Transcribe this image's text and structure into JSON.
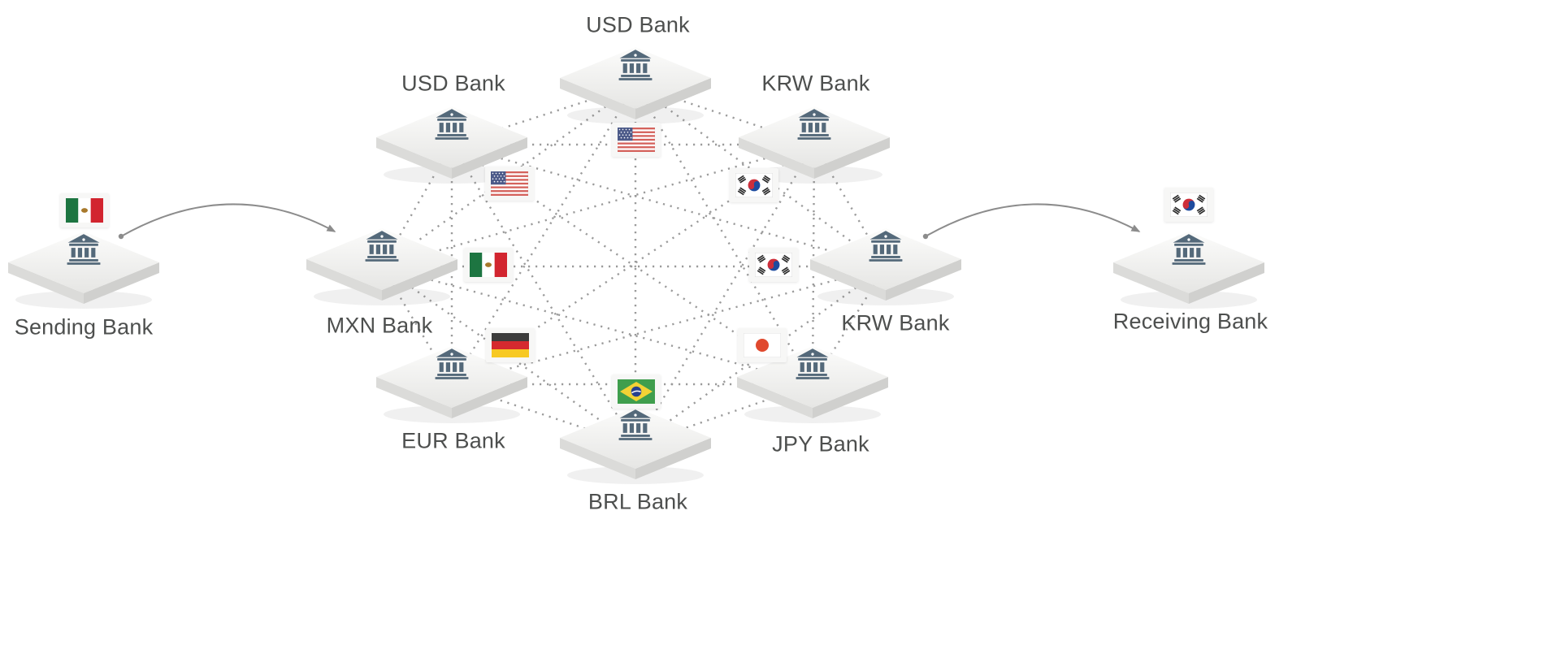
{
  "nodes": {
    "sending": {
      "label": "Sending Bank",
      "flag": "mexico"
    },
    "mxn": {
      "label": "MXN Bank",
      "flag": "mexico"
    },
    "usd_left": {
      "label": "USD Bank",
      "flag": "usa"
    },
    "usd_top": {
      "label": "USD Bank",
      "flag": "usa"
    },
    "krw_top": {
      "label": "KRW Bank",
      "flag": "south-korea"
    },
    "krw_right": {
      "label": "KRW Bank",
      "flag": "south-korea"
    },
    "eur": {
      "label": "EUR Bank",
      "flag": "germany"
    },
    "jpy": {
      "label": "JPY Bank",
      "flag": "japan"
    },
    "brl": {
      "label": "BRL Bank",
      "flag": "brazil"
    },
    "receiving": {
      "label": "Receiving Bank",
      "flag": "south-korea"
    }
  },
  "flag_icons": [
    {
      "icon": "mexico-flag-icon",
      "at": "sending-bank"
    },
    {
      "icon": "usa-flag-icon",
      "at": "usd-bank-top"
    },
    {
      "icon": "usa-flag-icon",
      "at": "usd-bank-upper-left"
    },
    {
      "icon": "south-korea-flag-icon",
      "at": "krw-bank-upper-right"
    },
    {
      "icon": "mexico-flag-icon",
      "at": "mxn-bank"
    },
    {
      "icon": "south-korea-flag-icon",
      "at": "krw-bank-right"
    },
    {
      "icon": "germany-flag-icon",
      "at": "eur-bank"
    },
    {
      "icon": "japan-flag-icon",
      "at": "jpy-bank"
    },
    {
      "icon": "brazil-flag-icon",
      "at": "brl-bank"
    },
    {
      "icon": "south-korea-flag-icon",
      "at": "receiving-bank"
    }
  ],
  "colors": {
    "label_text": "#4d4f4e",
    "edge_dotted": "#9b9b9b",
    "arrow": "#8c8c8c",
    "bank_icon": "#54697a",
    "platform_top": "#f0f0ee",
    "platform_side": "#d6d6d4"
  }
}
